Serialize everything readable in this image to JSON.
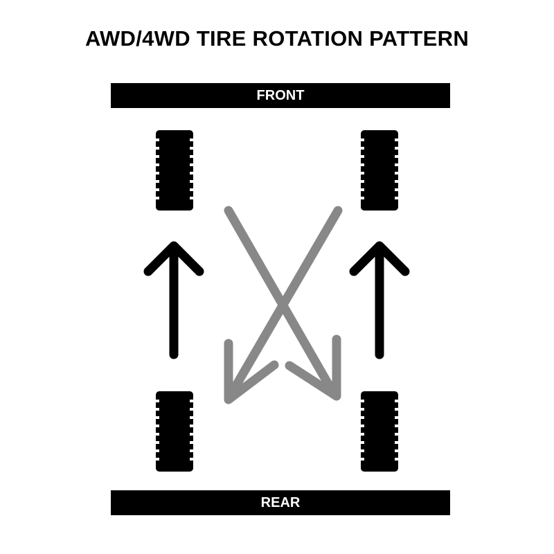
{
  "title": "AWD/4WD TIRE ROTATION PATTERN",
  "front_label": "FRONT",
  "rear_label": "REAR",
  "colors": {
    "background": "#ffffff",
    "bars": "#000000",
    "tires": "#000000",
    "straight_arrows": "#000000",
    "cross_arrows": "#888888"
  },
  "icons": {
    "tire": "tire-icon",
    "straight_arrow": "arrow-up-icon",
    "cross_arrow": "diagonal-arrow-icon"
  },
  "rotation": [
    {
      "from": "rear-left",
      "to": "front-left"
    },
    {
      "from": "rear-right",
      "to": "front-right"
    },
    {
      "from": "front-left",
      "to": "rear-right"
    },
    {
      "from": "front-right",
      "to": "rear-left"
    }
  ]
}
